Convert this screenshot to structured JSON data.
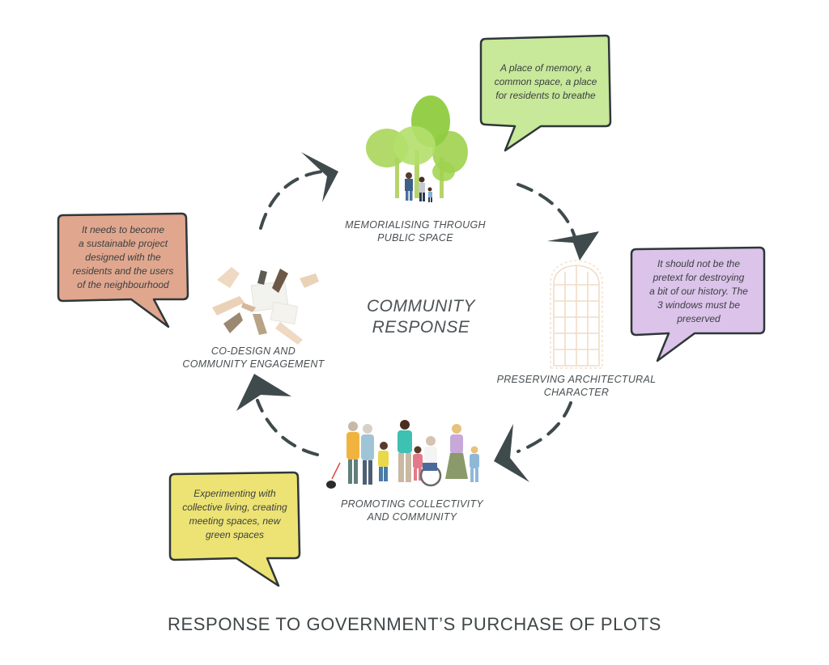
{
  "center_title": {
    "line1": "COMMUNITY",
    "line2": "RESPONSE"
  },
  "nodes": {
    "memorialising": {
      "line1": "MEMORIALISING THROUGH",
      "line2": "PUBLIC SPACE"
    },
    "preserving": {
      "line1": "PRESERVING ARCHITECTURAL",
      "line2": "CHARACTER"
    },
    "promoting": {
      "line1": "PROMOTING COLLECTIVITY",
      "line2": "AND COMMUNITY"
    },
    "codesign": {
      "line1": "CO-DESIGN AND",
      "line2": "COMMUNITY ENGAGEMENT"
    }
  },
  "bubbles": {
    "memory": {
      "lines": [
        "A place of memory, a",
        "common space, a place",
        "for residents to breathe"
      ],
      "color": "#c8e89a"
    },
    "history": {
      "lines": [
        "It should not be the",
        "pretext for destroying",
        "a bit of our history. The",
        "3 windows must be",
        "preserved"
      ],
      "color": "#dbc3ea"
    },
    "experimenting": {
      "lines": [
        "Experimenting with",
        "collective living, creating",
        "meeting spaces, new",
        "green spaces"
      ],
      "color": "#ede374"
    },
    "sustainable": {
      "lines": [
        "It needs to become",
        "a sustainable project",
        "designed with the",
        "residents and the users",
        "of the neighbourhood"
      ],
      "color": "#e0a78e"
    }
  },
  "title": "RESPONSE TO GOVERNMENT’S PURCHASE OF PLOTS",
  "icons": [
    "tree-people-icon",
    "arched-window-icon",
    "community-group-icon",
    "co-design-hands-icon",
    "cycle-arrow-icon"
  ],
  "colors": {
    "arrow": "#3f4a4c",
    "stroke": "#2f3739"
  }
}
